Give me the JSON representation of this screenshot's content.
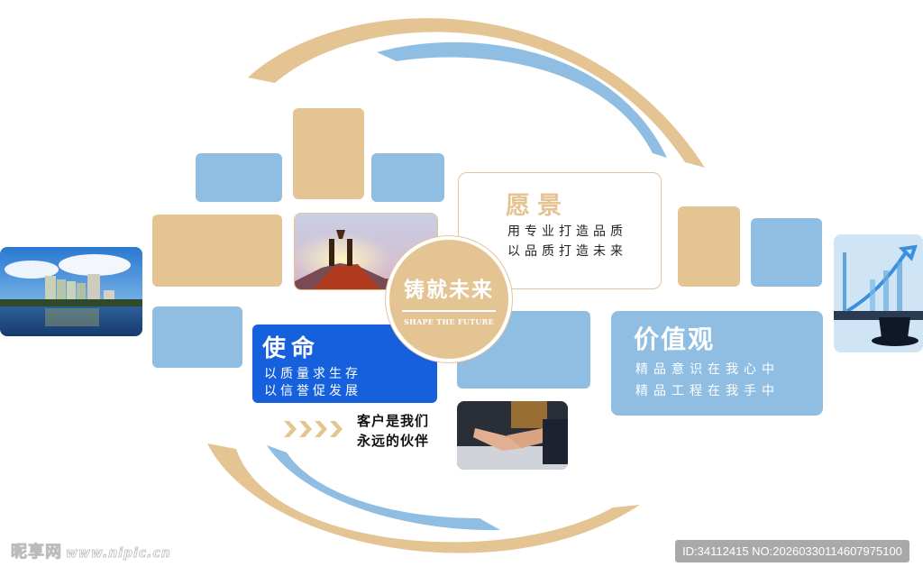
{
  "center": {
    "title": "铸就未来",
    "subtitle": "SHAPE THE FUTURE"
  },
  "vision": {
    "title": "愿景",
    "lines": [
      "用专业打造品质",
      "以品质打造未来"
    ]
  },
  "mission": {
    "title": "使命",
    "lines": [
      "以质量求生存",
      "以信誉促发展"
    ]
  },
  "values": {
    "title": "价值观",
    "lines": [
      "精品意识在我心中",
      "精品工程在我手中"
    ]
  },
  "partner": {
    "lines": [
      "客户是我们",
      "永远的伙伴"
    ],
    "arrow_icon": "chevron-right-icon"
  },
  "photos": {
    "city": "city-skyline-river",
    "trophy": "team-trophy-summit",
    "handshake": "business-handshake",
    "growth": "growth-chart-coffee"
  },
  "watermark": {
    "brand": "昵享网",
    "url": "www.nipic.cn"
  },
  "id_bar": {
    "text": "ID:34112415 NO:20260330114607975100"
  },
  "colors": {
    "tan": "#e4c493",
    "light_blue": "#8fbee2",
    "mission_blue": "#1660dd",
    "id_bar_gray": "#a9a9a9"
  }
}
